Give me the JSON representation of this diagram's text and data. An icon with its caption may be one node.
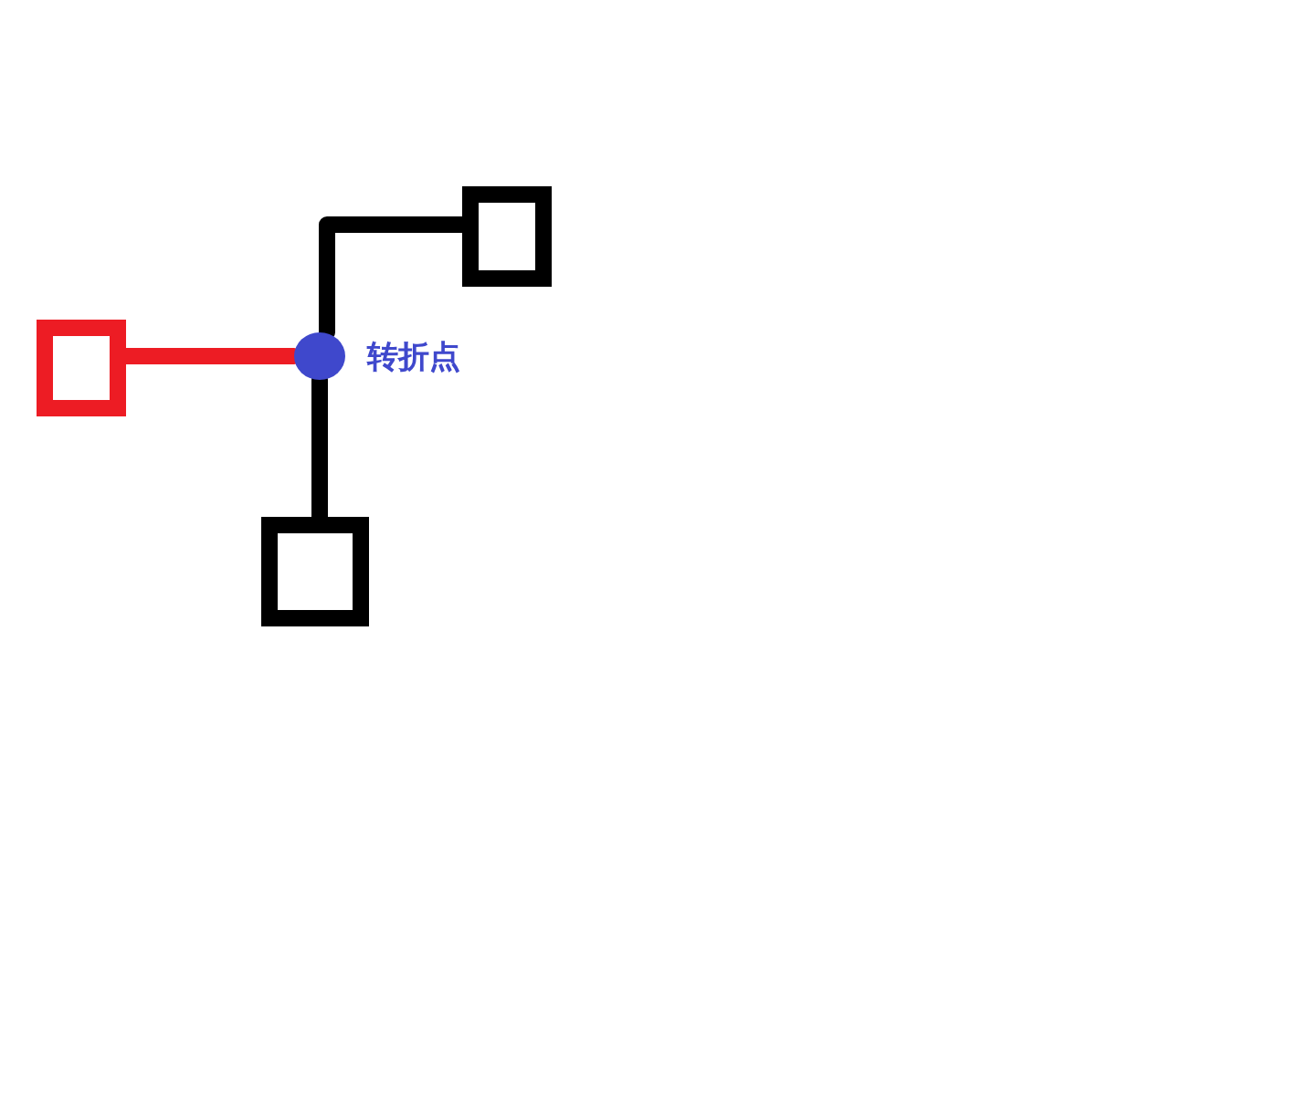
{
  "diagram": {
    "nodes": [
      {
        "text": [],
        "shape": "box"
      },
      {
        "text": [],
        "shape": "box"
      },
      {
        "text": [],
        "shape": "box"
      },
      {
        "text": [],
        "shape": "circle",
        "beside": [
          "转折点"
        ]
      }
    ],
    "edges": [
      {
        "from": 0,
        "to": 3,
        "arrow": "none",
        "color": "#ed1c24"
      },
      {
        "from": 3,
        "to": 1,
        "arrow": "none"
      },
      {
        "from": 3,
        "to": 2,
        "arrow": "none"
      }
    ]
  }
}
